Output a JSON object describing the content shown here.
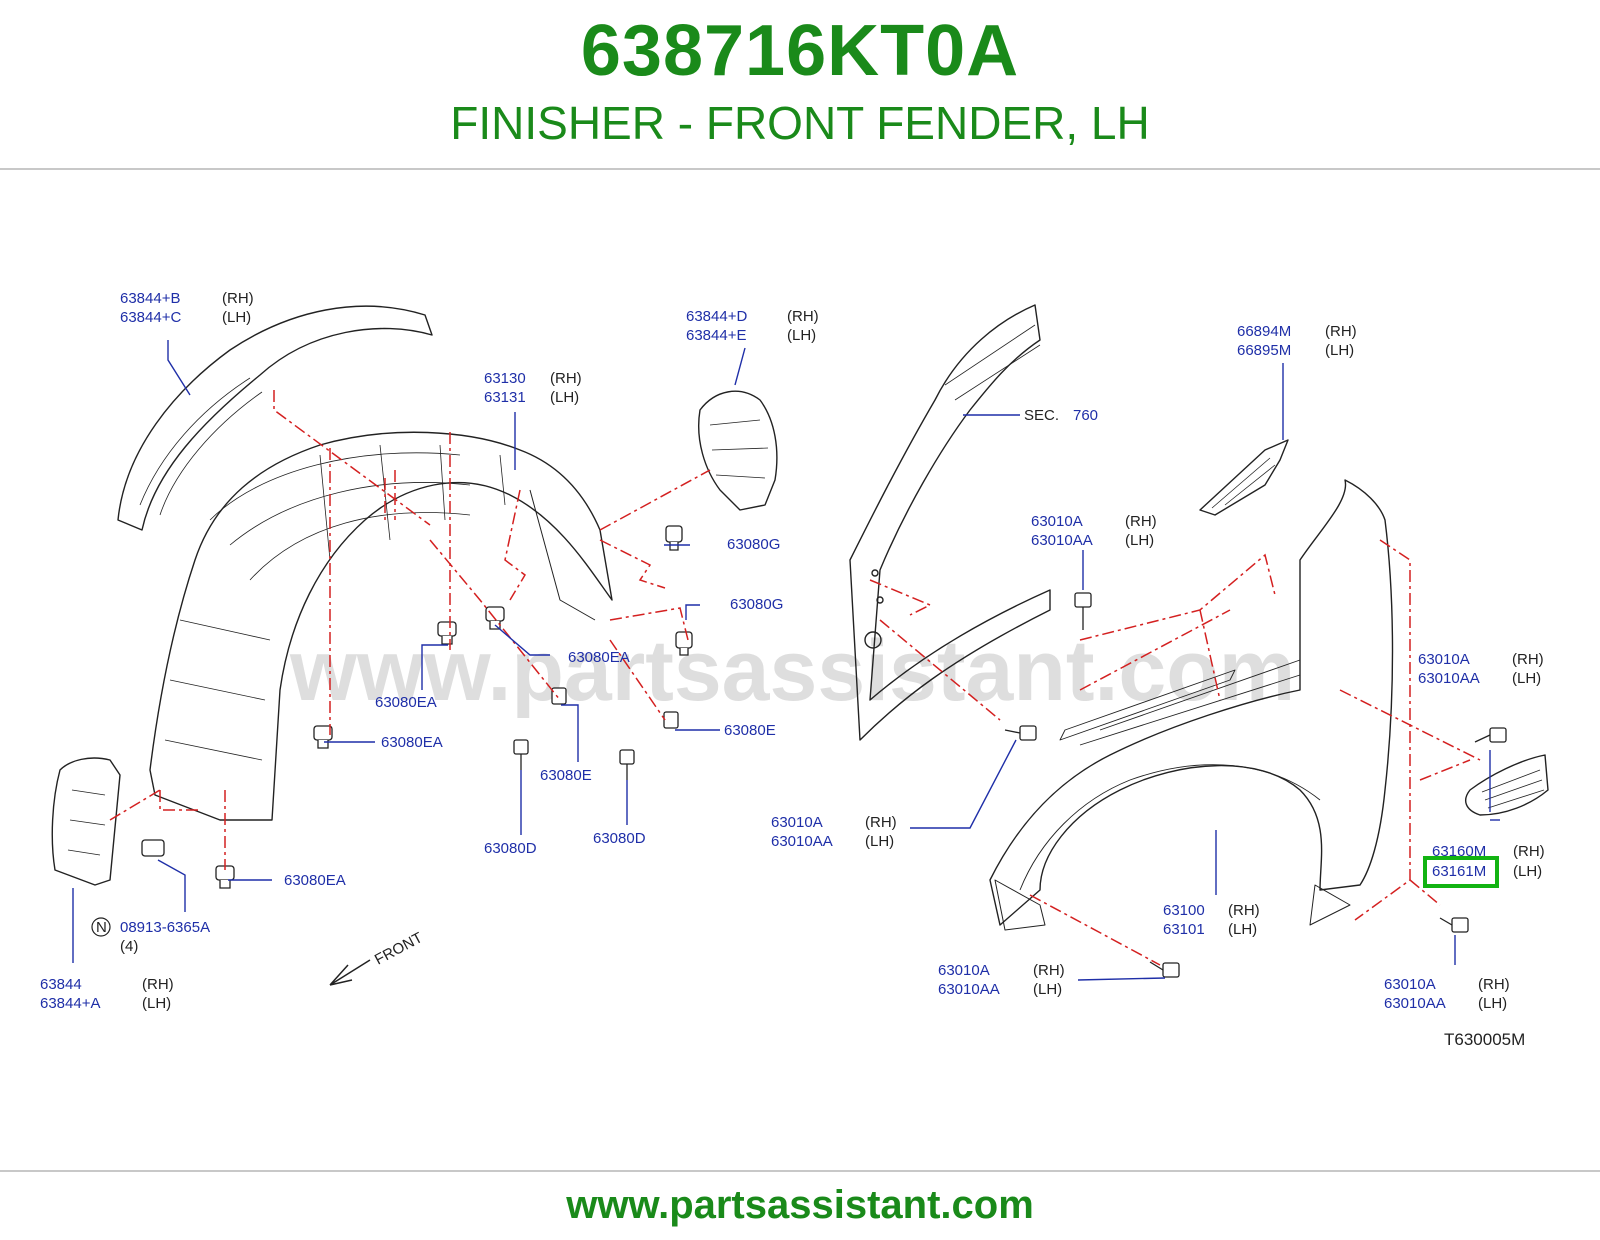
{
  "header": {
    "part_number": "638716KT0A",
    "part_name": "FINISHER - FRONT FENDER, LH"
  },
  "watermark": "www.partsassistant.com",
  "footer": {
    "url": "www.partsassistant.com"
  },
  "diagram_code": "T630005M",
  "front_label": "FRONT",
  "sec_ref": {
    "prefix": "SEC.",
    "number": "760"
  },
  "labels": {
    "l1": {
      "code": "63844+B",
      "side": "(RH)"
    },
    "l2": {
      "code": "63844+C",
      "side": "(LH)"
    },
    "l3": {
      "code": "63130",
      "side": "(RH)"
    },
    "l4": {
      "code": "63131",
      "side": "(LH)"
    },
    "l5": {
      "code": "63844+D",
      "side": "(RH)"
    },
    "l6": {
      "code": "63844+E",
      "side": "(LH)"
    },
    "l7": {
      "code": "66894M",
      "side": "(RH)"
    },
    "l8": {
      "code": "66895M",
      "side": "(LH)"
    },
    "l9": {
      "code": "63010A",
      "side": "(RH)"
    },
    "l10": {
      "code": "63010AA",
      "side": "(LH)"
    },
    "l11": {
      "code": "63010A",
      "side": "(RH)"
    },
    "l12": {
      "code": "63010AA",
      "side": "(LH)"
    },
    "l13": {
      "code": "63010A",
      "side": "(RH)"
    },
    "l14": {
      "code": "63010AA",
      "side": "(LH)"
    },
    "l15": {
      "code": "63160M",
      "side": "(RH)"
    },
    "l16": {
      "code": "63161M",
      "side": "(LH)"
    },
    "l17": {
      "code": "63100",
      "side": "(RH)"
    },
    "l18": {
      "code": "63101",
      "side": "(LH)"
    },
    "l19": {
      "code": "63010A",
      "side": "(RH)"
    },
    "l20": {
      "code": "63010AA",
      "side": "(LH)"
    },
    "l21": {
      "code": "63010A",
      "side": "(RH)"
    },
    "l22": {
      "code": "63010AA",
      "side": "(LH)"
    },
    "l23": {
      "code": "63844",
      "side": "(RH)"
    },
    "l24": {
      "code": "63844+A",
      "side": "(LH)"
    }
  },
  "clips": {
    "c1": "63080G",
    "c2": "63080G",
    "c3": "63080EA",
    "c4": "63080EA",
    "c5": "63080EA",
    "c6": "63080EA",
    "c7": "63080E",
    "c8": "63080E",
    "c9": "63080D",
    "c10": "63080D"
  },
  "nut": {
    "symbol": "N",
    "code": "08913-6365A",
    "qty": "(4)"
  },
  "highlight": {
    "code": "63161M",
    "color": "#12b312"
  },
  "colors": {
    "title_green": "#1a8a1a",
    "label_blue": "#1f2fa8",
    "dash_red": "#d42020"
  }
}
